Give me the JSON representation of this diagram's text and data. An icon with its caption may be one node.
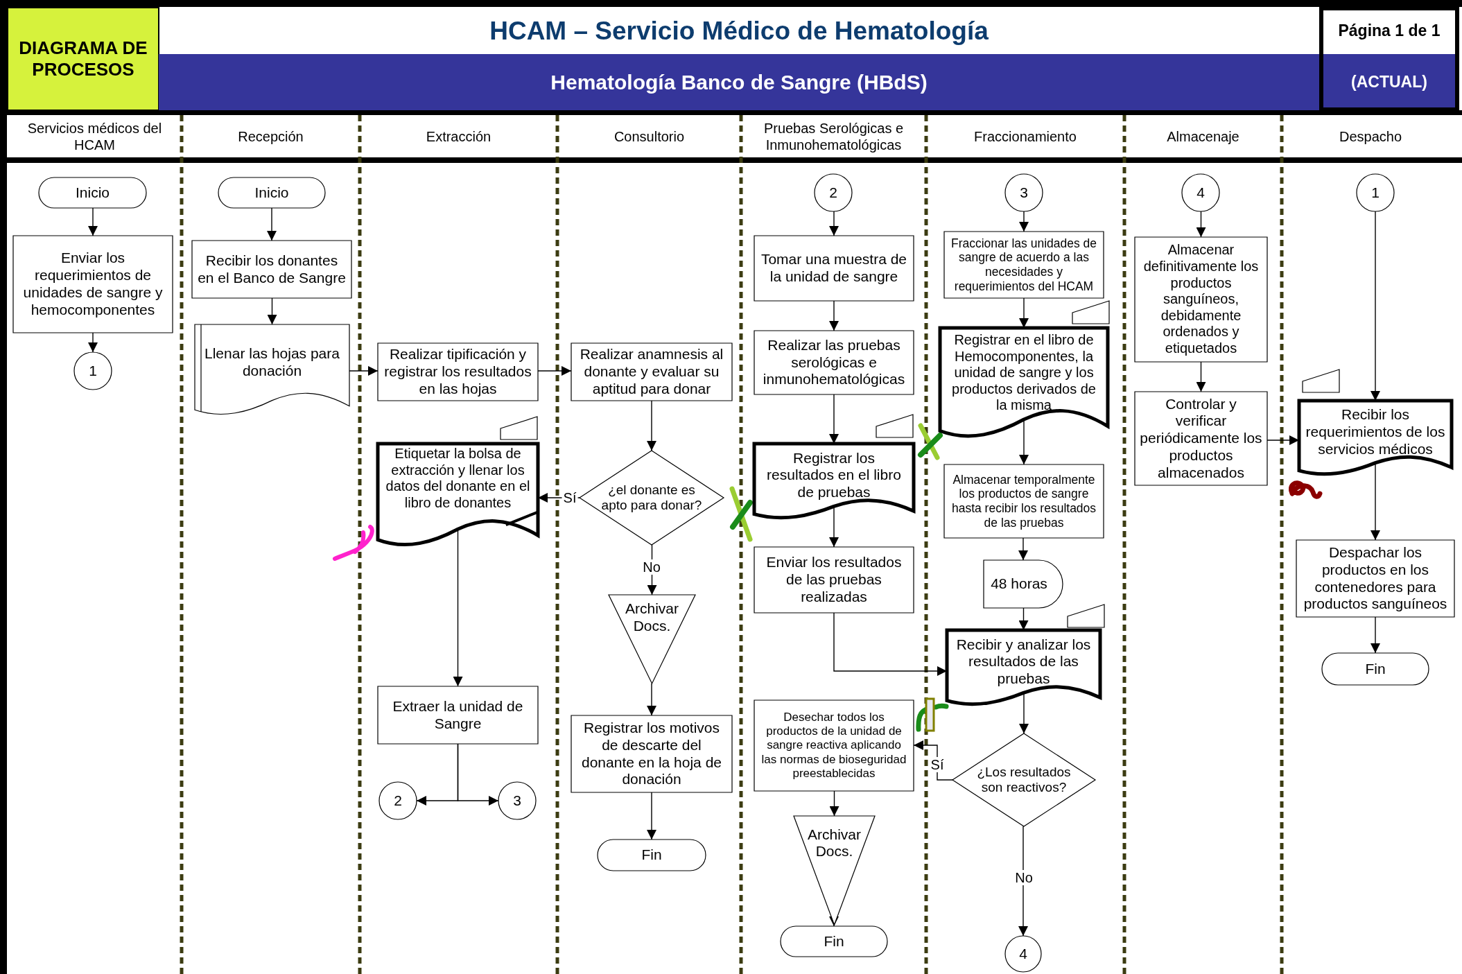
{
  "diagram": {
    "title": "HCAM – Servicio Médico de Hematología",
    "nodes": [
      {
        "text": [
          "Inicio"
        ]
      },
      {
        "text": [
          "Enviar los requerimientos de unidades de sangre y hemocomponentes"
        ]
      },
      {
        "text": [
          "1"
        ]
      },
      {
        "text": [
          "Inicio"
        ]
      },
      {
        "text": [
          "Recibir los donantes en el Banco de Sangre"
        ]
      },
      {
        "text": [
          "Llenar las hojas para donación"
        ]
      },
      {
        "text": [
          "Realizar tipificación y registrar los resultados en las hojas"
        ]
      },
      {
        "text": [
          "Etiquetar la bolsa de extracción y llenar los datos del donante en el libro de donantes"
        ]
      },
      {
        "text": [
          "Extraer la unidad de Sangre"
        ]
      },
      {
        "text": [
          "2"
        ]
      },
      {
        "text": [
          "3"
        ]
      },
      {
        "text": [
          "Realizar anamnesis al donante y evaluar su aptitud para donar"
        ]
      },
      {
        "text": [
          "¿el donante es apto para donar?"
        ]
      },
      {
        "text": [
          "Archivar Docs."
        ]
      },
      {
        "text": [
          "Registrar los motivos de descarte del donante en la hoja de donación"
        ]
      },
      {
        "text": [
          "Fin"
        ]
      },
      {
        "text": [
          "2"
        ]
      },
      {
        "text": [
          "Tomar una muestra de la unidad de sangre"
        ]
      },
      {
        "text": [
          "Realizar las pruebas serológicas e inmunohematológicas"
        ]
      },
      {
        "text": [
          "Registrar los resultados en el libro de pruebas"
        ]
      },
      {
        "text": [
          "Enviar los resultados de las pruebas realizadas"
        ]
      },
      {
        "text": [
          "Desechar todos los productos de la unidad de sangre reactiva aplicando las normas de bioseguridad preestablecidas"
        ]
      },
      {
        "text": [
          "Archivar Docs."
        ]
      },
      {
        "text": [
          "Fin"
        ]
      },
      {
        "text": [
          "3"
        ]
      },
      {
        "text": [
          "Fraccionar las unidades de sangre de acuerdo a las necesidades y requerimientos del HCAM"
        ]
      },
      {
        "text": [
          "Registrar en el libro de Hemocomponentes, la unidad de sangre y los productos derivados de la misma"
        ]
      },
      {
        "text": [
          "Almacenar temporalmente los productos de sangre hasta recibir los resultados de las pruebas"
        ]
      },
      {
        "text": [
          "48 horas"
        ]
      },
      {
        "text": [
          "Recibir y analizar los resultados de las pruebas"
        ]
      },
      {
        "text": [
          "¿Los resultados son reactivos?"
        ]
      },
      {
        "text": [
          "4"
        ]
      },
      {
        "text": [
          "4"
        ]
      },
      {
        "text": [
          "Almacenar definitivamente los productos sanguíneos, debidamente ordenados y etiquetados"
        ]
      },
      {
        "text": [
          "Controlar y verificar periódicamente los productos almacenados"
        ]
      },
      {
        "text": [
          "1"
        ]
      },
      {
        "text": [
          "Recibir los requerimientos de los servicios médicos"
        ]
      },
      {
        "text": [
          "Despachar los productos en los contenedores para productos sanguíneos"
        ]
      },
      {
        "text": [
          "Fin"
        ]
      }
    ],
    "edges": [
      {
        "from": 0,
        "to": 1,
        "arrow": "to"
      },
      {
        "from": 1,
        "to": 2,
        "arrow": "to"
      },
      {
        "from": 3,
        "to": 4,
        "arrow": "to"
      },
      {
        "from": 4,
        "to": 5,
        "arrow": "to"
      },
      {
        "from": 5,
        "to": 6,
        "arrow": "to"
      },
      {
        "from": 6,
        "to": 11,
        "arrow": "to"
      },
      {
        "from": 11,
        "to": 12,
        "arrow": "to"
      },
      {
        "from": 12,
        "to": 7,
        "arrow": "to",
        "label": "Sí"
      },
      {
        "from": 12,
        "to": 13,
        "arrow": "to",
        "label": "No"
      },
      {
        "from": 13,
        "to": 14,
        "arrow": "to"
      },
      {
        "from": 14,
        "to": 15,
        "arrow": "to"
      },
      {
        "from": 7,
        "to": 8,
        "arrow": "to"
      },
      {
        "from": 8,
        "to": 9,
        "arrow": "to"
      },
      {
        "from": 8,
        "to": 10,
        "arrow": "to"
      },
      {
        "from": 16,
        "to": 17,
        "arrow": "to"
      },
      {
        "from": 17,
        "to": 18,
        "arrow": "to"
      },
      {
        "from": 18,
        "to": 19,
        "arrow": "to"
      },
      {
        "from": 19,
        "to": 20,
        "arrow": "to"
      },
      {
        "from": 20,
        "to": 29,
        "arrow": "to"
      },
      {
        "from": 21,
        "to": 22,
        "arrow": "to"
      },
      {
        "from": 22,
        "to": 23,
        "arrow": "to"
      },
      {
        "from": 24,
        "to": 25,
        "arrow": "to"
      },
      {
        "from": 25,
        "to": 26,
        "arrow": "to"
      },
      {
        "from": 26,
        "to": 27,
        "arrow": "to"
      },
      {
        "from": 27,
        "to": 28,
        "arrow": "to"
      },
      {
        "from": 28,
        "to": 29,
        "arrow": "to"
      },
      {
        "from": 29,
        "to": 30,
        "arrow": "to"
      },
      {
        "from": 30,
        "to": 21,
        "arrow": "to",
        "label": "Sí"
      },
      {
        "from": 30,
        "to": 31,
        "arrow": "to",
        "label": "No"
      },
      {
        "from": 32,
        "to": 33,
        "arrow": "to"
      },
      {
        "from": 33,
        "to": 34,
        "arrow": "to"
      },
      {
        "from": 34,
        "to": 36,
        "arrow": "to"
      },
      {
        "from": 35,
        "to": 36,
        "arrow": "to"
      },
      {
        "from": 36,
        "to": 37,
        "arrow": "to"
      },
      {
        "from": 37,
        "to": 38,
        "arrow": "to"
      }
    ],
    "labels": [
      "DIAGRAMA DE PROCESOS",
      "Página 1 de 1",
      "Hematología Banco de Sangre (HBdS)",
      "(ACTUAL)",
      "Servicios médicos del HCAM",
      "Recepción",
      "Extracción",
      "Consultorio",
      "Pruebas Serológicas e Inmunohematológicas",
      "Fraccionamiento",
      "Almacenaje",
      "Despacho"
    ]
  }
}
